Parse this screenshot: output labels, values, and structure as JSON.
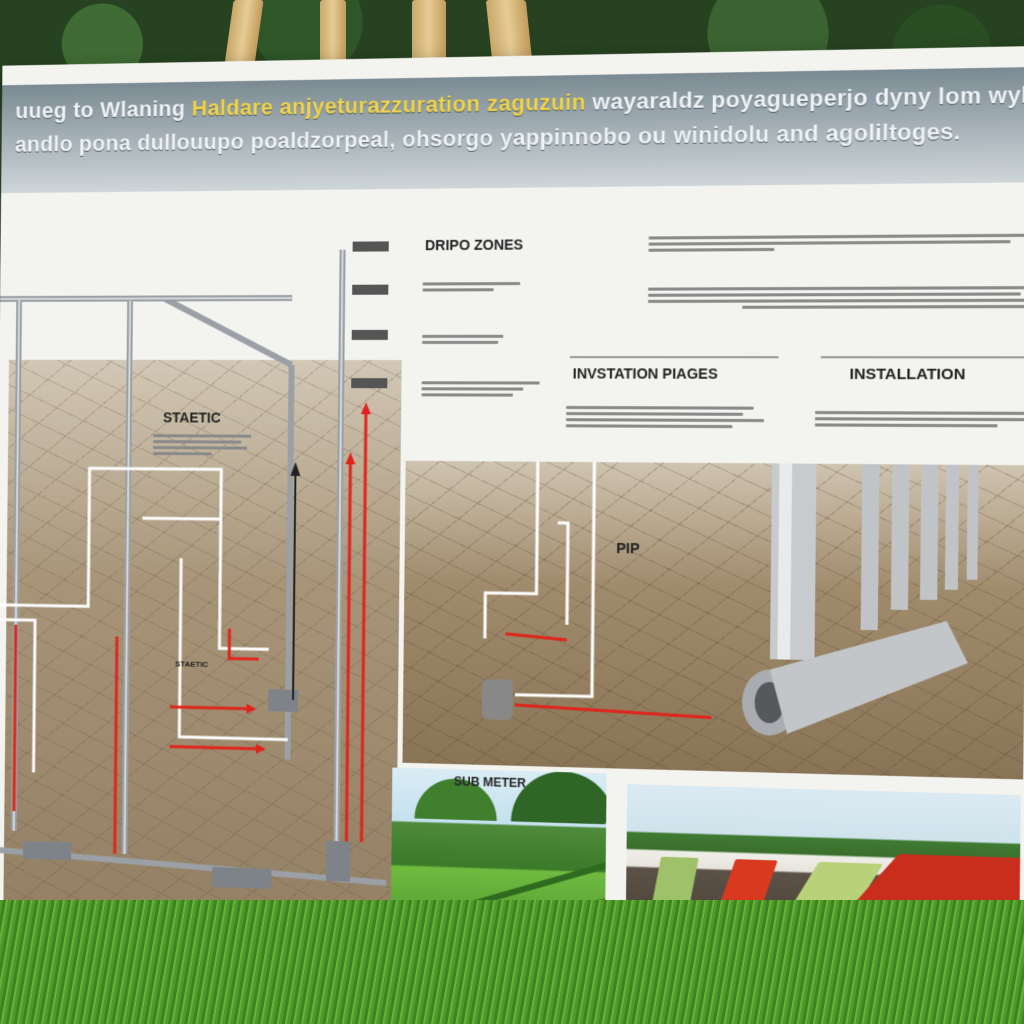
{
  "banner": {
    "line1_prefix": "uueg to Wlaning",
    "line1_highlight": "Haldare anjyeturazzuration zaguzuin",
    "line1_suffix": "wayaraldz poyagueperjo dyny lom wyla zandz",
    "line2": "andlo pona dullouupo poaldzorpeal, ohsorgo yappinnobo ou winidolu and agoliltoges."
  },
  "labels": {
    "drip_zones": "DRIPO ZONES",
    "statetic": "STAETIC",
    "staetic_small": "STAETIC",
    "installation_phases": "INVSTATION PIAGES",
    "installation": "INSTALLATION",
    "pip": "PIP",
    "sub_meter": "SUB METER"
  },
  "colors": {
    "pipe": "#b8bcc0",
    "flow_arrow": "#e0241c",
    "diagram_line": "#ffffff"
  },
  "icons": [
    "valve-icon",
    "arrow-icon",
    "pipe-elbow-icon",
    "sprinkler-head-icon"
  ]
}
